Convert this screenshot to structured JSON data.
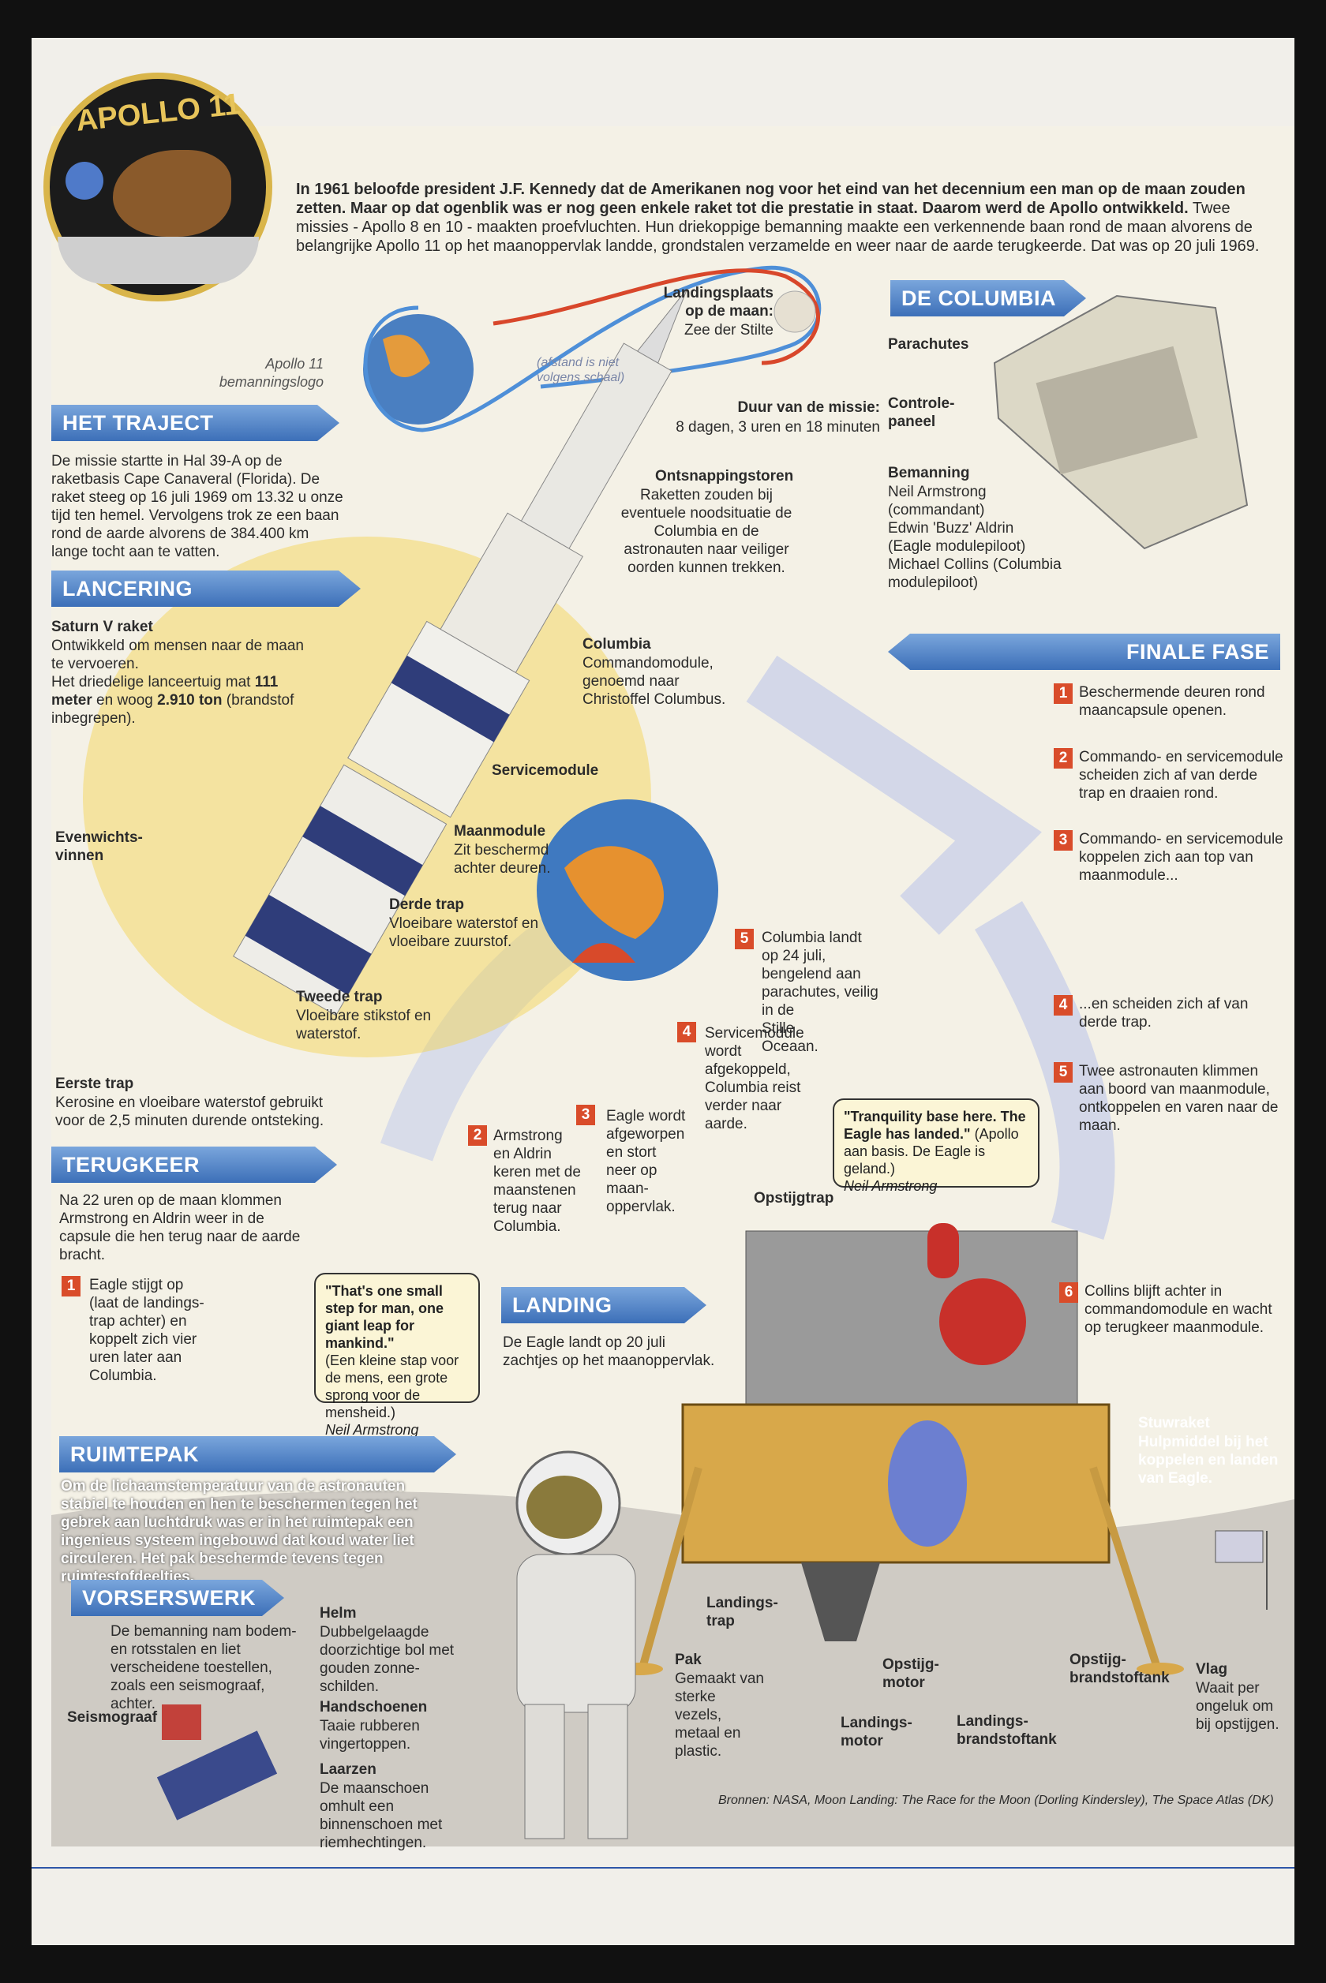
{
  "logo": {
    "text": "APOLLO 11"
  },
  "logo_caption": "Apollo 11\nbemanningslogo",
  "intro": {
    "bold": "In 1961 beloofde president J.F. Kennedy dat de Amerikanen nog voor het eind van het decennium een man op de maan zouden zetten. Maar op dat ogenblik was er nog geen enkele raket tot die prestatie in staat. Daarom werd de Apollo ontwikkeld.",
    "body": "Twee missies - Apollo 8 en 10 - maakten proefvluchten. Hun driekoppige bemanning maakte een verkennende baan rond de maan alvorens de belangrijke Apollo 11 op het maanoppervlak landde, grondstalen verzamelde en weer naar de aarde terugkeerde. Dat was op 20 juli 1969."
  },
  "trajectory": {
    "landing_site_label": "Landingsplaats\nop de maan:",
    "landing_site_value": "Zee der Stilte",
    "scale_note": "(afstand is niet\nvolgens schaal)",
    "duration_label": "Duur van de missie:",
    "duration_value": "8 dagen, 3 uren en 18 minuten"
  },
  "sections": {
    "traject": {
      "title": "HET TRAJECT",
      "text": "De missie startte in Hal 39-A op de raketbasis Cape Canaveral (Florida). De raket steeg op 16 juli 1969 om 13.32 u onze tijd ten hemel. Vervolgens trok ze een baan rond de aarde alvorens de 384.400 km lange tocht aan te vatten."
    },
    "lancering": {
      "title": "LANCERING",
      "saturn_title": "Saturn V raket",
      "saturn_text_1": "Ontwikkeld om mensen naar de maan te vervoeren.",
      "saturn_text_2a": "Het driedelige lanceertuig mat ",
      "saturn_text_2b": "111 meter",
      "saturn_text_2c": " en woog ",
      "saturn_text_2d": "2.910 ton",
      "saturn_text_2e": " (brandstof inbegrepen)."
    },
    "columbia": {
      "title": "DE COLUMBIA",
      "parachutes": "Parachutes",
      "panel": "Controle-\npaneel",
      "crew_title": "Bemanning",
      "crew": "Neil Armstrong\n(commandant)\nEdwin 'Buzz' Aldrin\n(Eagle modulepiloot)\nMichael Collins (Columbia\nmodulepiloot)"
    },
    "finale": {
      "title": "FINALE FASE",
      "steps": [
        {
          "n": "1",
          "text": "Beschermende deuren rond\nmaancapsule openen."
        },
        {
          "n": "2",
          "text": "Commando- en servicemodule\nscheiden zich af van derde\ntrap en draaien rond."
        },
        {
          "n": "3",
          "text": "Commando- en servicemodule\nkoppelen zich aan top van\nmaanmodule..."
        },
        {
          "n": "4",
          "text": "...en scheiden zich af van\nderde trap."
        },
        {
          "n": "5",
          "text": "Twee astronauten klimmen\naan boord van maanmodule,\nontkoppelen en varen naar de\nmaan."
        },
        {
          "n": "6",
          "text": "Collins blijft achter in\ncommandomodule en wacht\nop terugkeer maanmodule."
        }
      ]
    },
    "terugkeer": {
      "title": "TERUGKEER",
      "text": "Na 22 uren op de maan klommen Armstrong en Aldrin weer in de capsule die hen terug naar de aarde bracht.",
      "steps": [
        {
          "n": "1",
          "text": "Eagle stijgt op\n(laat de landings-\ntrap achter) en\nkoppelt zich vier\nuren later aan\nColumbia."
        },
        {
          "n": "2",
          "text": "Armstrong\nen Aldrin\nkeren met de\nmaanstenen\nterug naar\nColumbia."
        },
        {
          "n": "3",
          "text": "Eagle wordt\nafgeworpen\nen stort\nneer op\nmaan-\noppervlak."
        },
        {
          "n": "4",
          "text": "Servicemodule\nwordt\nafgekoppeld,\nColumbia reist\nverder naar\naarde."
        },
        {
          "n": "5",
          "text": "Columbia landt\nop 24 juli,\nbengelend aan\nparachutes, veilig\nin de\nStille\nOceaan."
        }
      ]
    },
    "landing": {
      "title": "LANDING",
      "text": "De Eagle landt op 20 juli\nzachtjes op het maanoppervlak."
    },
    "ruimtepak": {
      "title": "RUIMTEPAK",
      "text": "Om de lichaamstemperatuur van de astronauten stabiel te houden en hen te beschermen tegen het gebrek aan luchtdruk was er in het ruimtepak een ingenieus systeem ingebouwd dat koud water liet circuleren. Het pak beschermde tevens tegen ruimtestofdeeltjes."
    },
    "vorserswerk": {
      "title": "VORSERSWERK",
      "text": "De bemanning nam bodem-\nen rotsstalen en liet\nverscheidene toestellen,\nzoals een seismograaf,\nachter.",
      "seismograph": "Seismograaf"
    }
  },
  "rocket_labels": {
    "tower_title": "Ontsnappingstoren",
    "tower_text": "Raketten zouden bij\neventuele noodsituatie de\nColumbia en de\nastronauten naar veiliger\noorden kunnen trekken.",
    "columbia_title": "Columbia",
    "columbia_text": "Commandomodule,\ngenoemd naar\nChristoffel Columbus.",
    "servicemodule": "Servicemodule",
    "maanmodule_title": "Maanmodule",
    "maanmodule_text": "Zit beschermd\nachter deuren.",
    "fins": "Evenwichts-\nvinnen",
    "derde_title": "Derde trap",
    "derde_text": "Vloeibare waterstof en\nvloeibare zuurstof.",
    "tweede_title": "Tweede trap",
    "tweede_text": "Vloeibare stikstof en\nwaterstof.",
    "eerste_title": "Eerste trap",
    "eerste_text": "Kerosine en vloeibare waterstof gebruikt\nvoor de 2,5 minuten durende ontsteking."
  },
  "quotes": {
    "armstrong": {
      "quote": "\"That's one small step for man, one giant leap for mankind.\"",
      "translation": "(Een kleine stap voor de mens, een grote sprong voor de mensheid.)",
      "author": "Neil Armstrong"
    },
    "tranquility": {
      "quote": "\"Tranquility base here. The Eagle has landed.\"",
      "translation": "(Apollo aan basis. De Eagle is geland.)",
      "author": "Neil Armstrong"
    }
  },
  "lander_labels": {
    "opstijgtrap": "Opstijgtrap",
    "stuwraket_title": "Stuwraket",
    "stuwraket_text": "Hulpmiddel bij het\nkoppelen en landen\nvan Eagle.",
    "landingstrap": "Landings-\ntrap",
    "opstijgmotor": "Opstijg-\nmotor",
    "landingsmotor": "Landings-\nmotor",
    "landingsbrandstoftank": "Landings-\nbrandstoftank",
    "opstijgbrandstoftank": "Opstijg-\nbrandstoftank",
    "vlag_title": "Vlag",
    "vlag_text": "Waait per\nongeluk om\nbij opstijgen."
  },
  "suit_labels": {
    "helm_title": "Helm",
    "helm_text": "Dubbelgelaagde\ndoorzichtige bol met\ngouden zonne-\nschilden.",
    "handschoenen_title": "Handschoenen",
    "handschoenen_text": "Taaie rubberen\nvingertoppen.",
    "laarzen_title": "Laarzen",
    "laarzen_text": "De maanschoen\nomhult een\nbinnenschoen met\nriemhechtingen.",
    "pak_title": "Pak",
    "pak_text": "Gemaakt van\nsterke\nvezels,\nmetaal en\nplastic."
  },
  "sources": "Bronnen: NASA, Moon Landing: The Race for the Moon (Dorling Kindersley), The Space Atlas (DK)",
  "colors": {
    "banner": "#3c6fb8",
    "number_box": "#d94c2a",
    "quote_bg": "#fbf5d6"
  }
}
